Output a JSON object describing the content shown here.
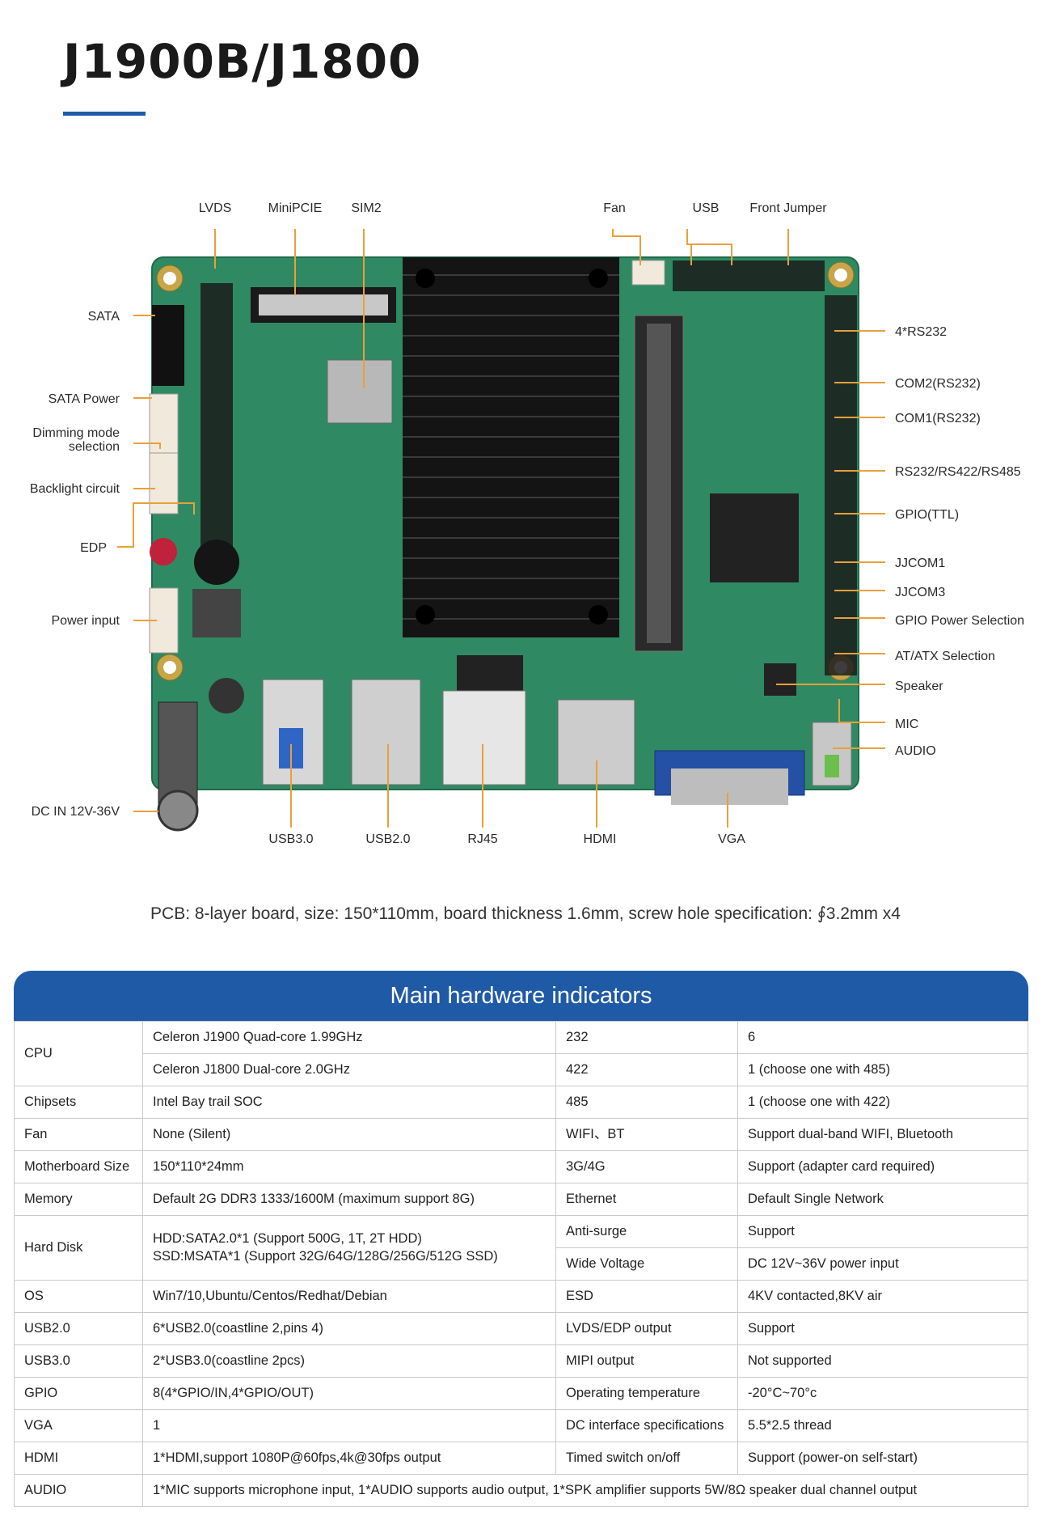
{
  "title": "J1900B/J1800",
  "board_labels": {
    "top": {
      "lvds": "LVDS",
      "minipcie": "MiniPCIE",
      "sim2": "SIM2",
      "fan": "Fan",
      "usb": "USB",
      "front_jumper": "Front Jumper"
    },
    "left": {
      "sata": "SATA",
      "sata_power": "SATA Power",
      "dimming_1": "Dimming mode",
      "dimming_2": "selection",
      "backlight": "Backlight circuit",
      "edp": "EDP",
      "power_input": "Power input",
      "dc_in": "DC IN 12V-36V"
    },
    "right": {
      "rs232x4": "4*RS232",
      "com2": "COM2(RS232)",
      "com1": "COM1(RS232)",
      "rs232_422_485": "RS232/RS422/RS485",
      "gpio_ttl": "GPIO(TTL)",
      "jjcom1": "JJCOM1",
      "jjcom3": "JJCOM3",
      "gpio_power": "GPIO Power Selection",
      "at_atx": "AT/ATX Selection",
      "speaker": "Speaker",
      "mic": "MIC",
      "audio": "AUDIO"
    },
    "bottom": {
      "usb3": "USB3.0",
      "usb2": "USB2.0",
      "rj45": "RJ45",
      "hdmi": "HDMI",
      "vga": "VGA"
    }
  },
  "pcb_note": "PCB: 8-layer board, size: 150*110mm, board thickness 1.6mm, screw hole specification: ∮3.2mm x4",
  "spec_table": {
    "title": "Main hardware indicators",
    "rows": [
      {
        "k1": "CPU",
        "v1": "Celeron J1900 Quad-core 1.99GHz",
        "k2": "232",
        "v2": "6"
      },
      {
        "v1": "Celeron J1800 Dual-core 2.0GHz",
        "k2": "422",
        "v2": "1 (choose one with 485)"
      },
      {
        "k1": "Chipsets",
        "v1": "Intel Bay trail SOC",
        "k2": "485",
        "v2": "1 (choose one with 422)"
      },
      {
        "k1": "Fan",
        "v1": "None (Silent)",
        "k2": "WIFI、BT",
        "v2": "Support dual-band WIFI, Bluetooth"
      },
      {
        "k1": "Motherboard Size",
        "v1": "150*110*24mm",
        "k2": "3G/4G",
        "v2": "Support (adapter card required)"
      },
      {
        "k1": "Memory",
        "v1": "Default 2G DDR3 1333/1600M (maximum support 8G)",
        "k2": "Ethernet",
        "v2": "Default Single Network"
      },
      {
        "k1": "Hard Disk",
        "v1a": "HDD:SATA2.0*1 (Support 500G, 1T, 2T HDD)",
        "v1b": "SSD:MSATA*1 (Support 32G/64G/128G/256G/512G SSD)",
        "k2": "Anti-surge",
        "v2": "Support"
      },
      {
        "k2": "Wide Voltage",
        "v2": "DC 12V~36V power input"
      },
      {
        "k1": "OS",
        "v1": "Win7/10,Ubuntu/Centos/Redhat/Debian",
        "k2": "ESD",
        "v2": "4KV contacted,8KV air"
      },
      {
        "k1": "USB2.0",
        "v1": "6*USB2.0(coastline 2,pins 4)",
        "k2": "LVDS/EDP output",
        "v2": "Support"
      },
      {
        "k1": "USB3.0",
        "v1": "2*USB3.0(coastline 2pcs)",
        "k2": "MIPI output",
        "v2": "Not supported"
      },
      {
        "k1": "GPIO",
        "v1": "8(4*GPIO/IN,4*GPIO/OUT)",
        "k2": "Operating temperature",
        "v2": "-20°C~70°c"
      },
      {
        "k1": "VGA",
        "v1": "1",
        "k2": "DC interface specifications",
        "v2": "5.5*2.5 thread"
      },
      {
        "k1": "HDMI",
        "v1": "1*HDMI,support 1080P@60fps,4k@30fps output",
        "k2": "Timed switch on/off",
        "v2": "Support (power-on self-start)"
      },
      {
        "k1": "AUDIO",
        "v1": "1*MIC supports microphone input, 1*AUDIO supports audio output, 1*SPK amplifier supports 5W/8Ω speaker dual channel output"
      }
    ]
  },
  "colors": {
    "accent": "#1f5aa7",
    "pcb": "#2f8a63",
    "leader": "#e8a03a"
  }
}
